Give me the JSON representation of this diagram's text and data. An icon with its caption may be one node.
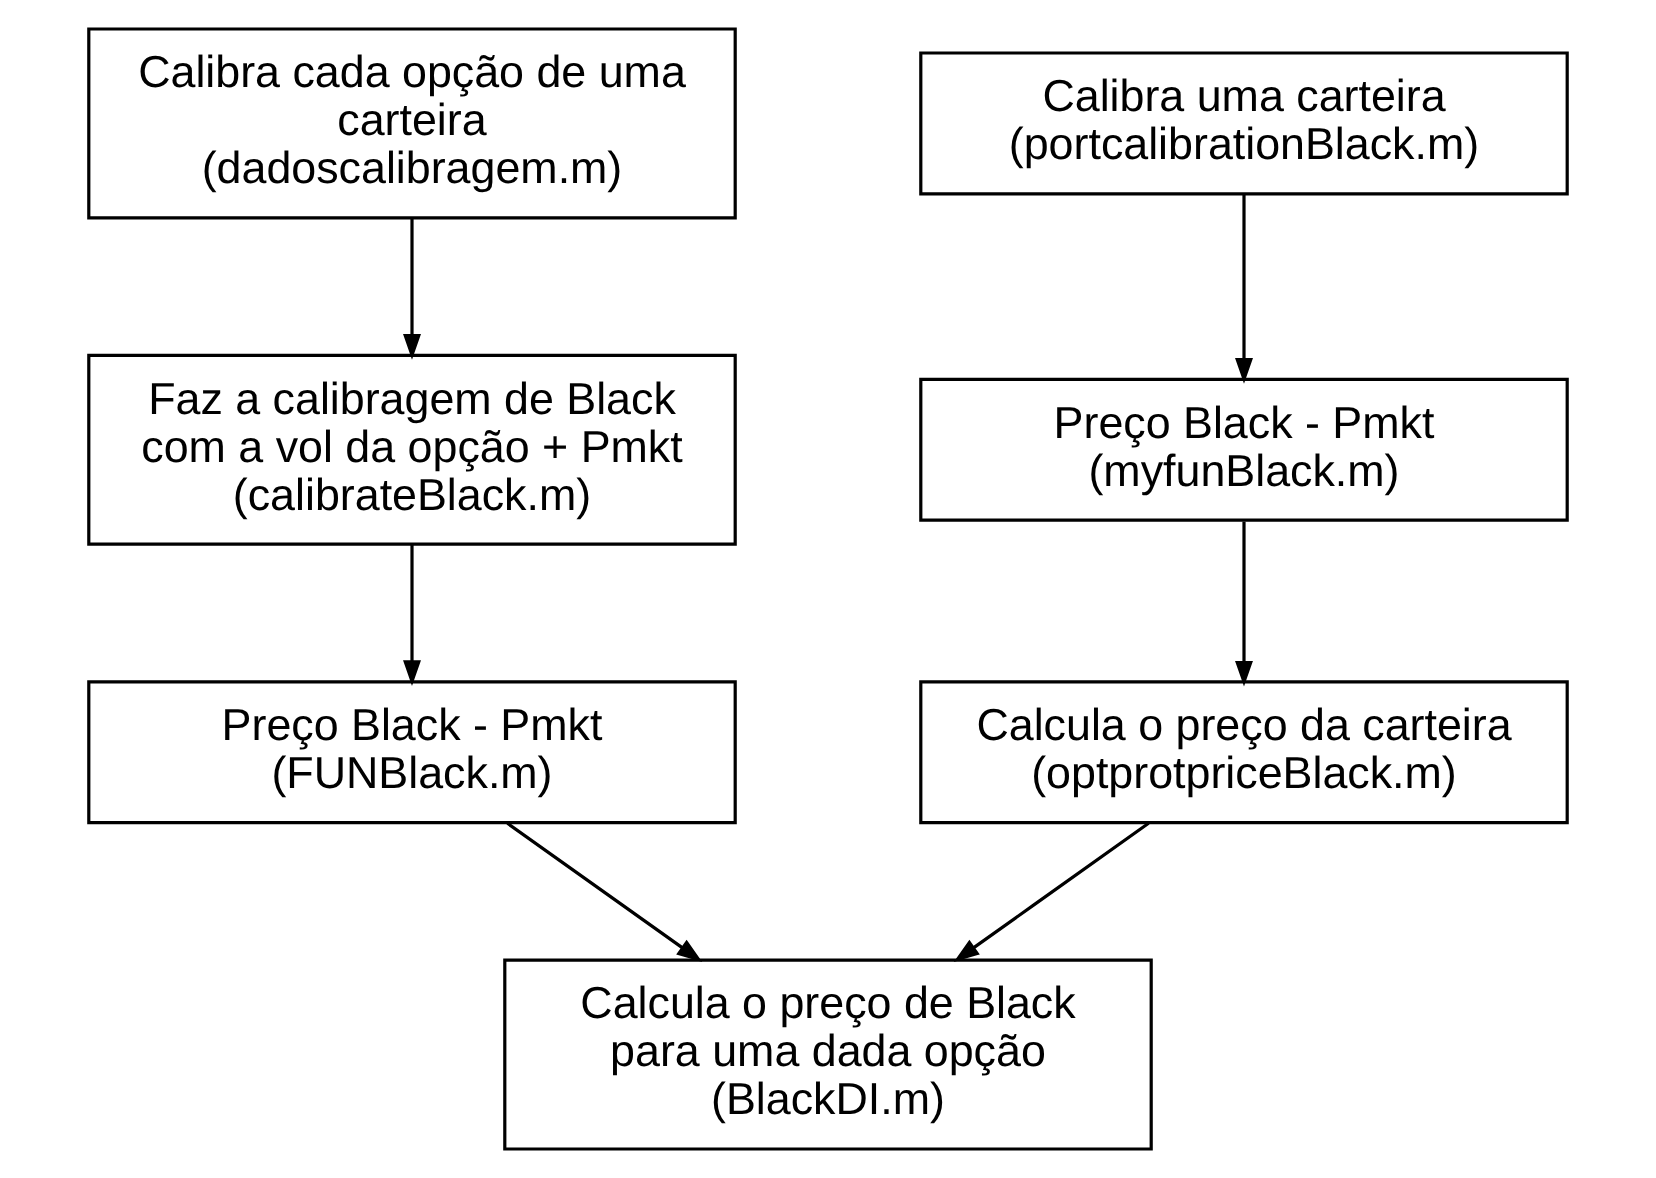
{
  "diagram": {
    "nodes": [
      {
        "text": [
          "Calibra cada opção de uma carteira",
          "(dadoscalibragem.m)"
        ]
      },
      {
        "text": [
          "Calibra uma carteira",
          "(portcalibrationBlack.m)"
        ]
      },
      {
        "text": [
          "Faz a calibragem de Black com a vol da opção + Pmkt",
          "(calibrateBlack.m)"
        ]
      },
      {
        "text": [
          "Preço Black - Pmkt",
          "(myfunBlack.m)"
        ]
      },
      {
        "text": [
          "Preço Black - Pmkt",
          "(FUNBlack.m)"
        ]
      },
      {
        "text": [
          "Calcula o preço da carteira",
          "(optprotpriceBlack.m)"
        ]
      },
      {
        "text": [
          "Calcula o preço de Black para uma dada opção",
          "(BlackDI.m)"
        ]
      }
    ],
    "edges": [
      {
        "from": 0,
        "to": 2,
        "arrow": "to"
      },
      {
        "from": 2,
        "to": 4,
        "arrow": "to"
      },
      {
        "from": 1,
        "to": 3,
        "arrow": "to"
      },
      {
        "from": 3,
        "to": 5,
        "arrow": "to"
      },
      {
        "from": 4,
        "to": 6,
        "arrow": "to"
      },
      {
        "from": 5,
        "to": 6,
        "arrow": "to"
      }
    ]
  }
}
